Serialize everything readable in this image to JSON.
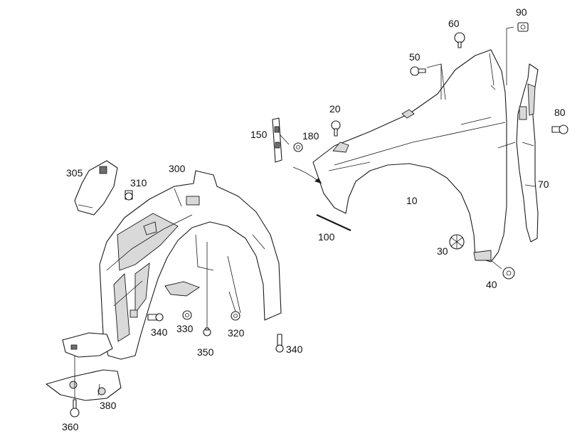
{
  "labels": {
    "l10": "10",
    "l20": "20",
    "l30": "30",
    "l40": "40",
    "l50": "50",
    "l60": "60",
    "l70": "70",
    "l80": "80",
    "l90": "90",
    "l100": "100",
    "l150": "150",
    "l180": "180",
    "l300": "300",
    "l305": "305",
    "l310": "310",
    "l320": "320",
    "l330": "330",
    "l340a": "340",
    "l340b": "340",
    "l350": "350",
    "l360": "360",
    "l380": "380"
  }
}
